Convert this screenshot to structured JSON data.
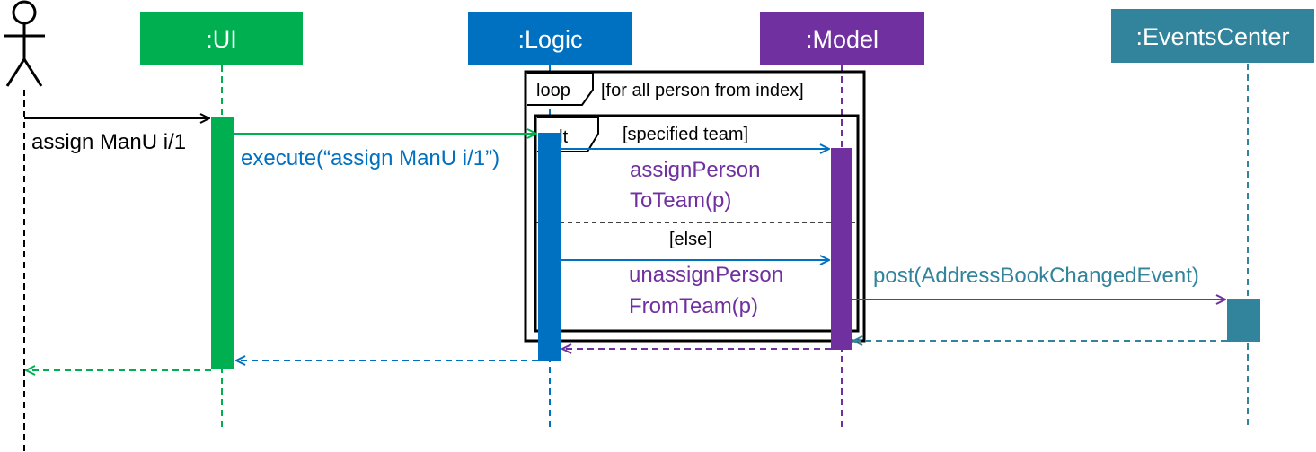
{
  "colors": {
    "ui": "#00B050",
    "logic": "#0070C0",
    "model": "#7030A0",
    "events": "#31849B",
    "actor": "#000000",
    "frame": "#000000",
    "background": "#FFFFFF"
  },
  "participants": {
    "ui": ":UI",
    "logic": ":Logic",
    "model": ":Model",
    "events": ":EventsCenter"
  },
  "actor": {
    "icon": "stick-figure-icon"
  },
  "messages": {
    "user_command": "assign ManU i/1",
    "execute": "execute(“assign ManU i/1”)",
    "assign_line1": "assignPerson",
    "assign_line2": "ToTeam(p)",
    "unassign_line1": "unassignPerson",
    "unassign_line2": "FromTeam(p)",
    "post": "post(AddressBookChangedEvent)"
  },
  "fragments": {
    "loop_tag": "loop",
    "loop_guard": "[for all person from index]",
    "alt_tag": "alt",
    "alt_guard_1": "[specified team]",
    "alt_guard_2": "[else]"
  }
}
